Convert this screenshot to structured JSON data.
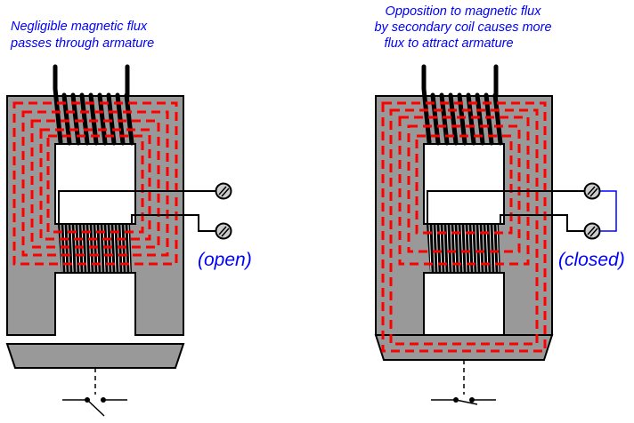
{
  "left": {
    "caption": [
      "Negligible magnetic flux",
      "passes through armature"
    ],
    "state_label": "(open)"
  },
  "right": {
    "caption": [
      "Opposition to magnetic flux",
      "by secondary coil causes more",
      "flux to attract armature"
    ],
    "state_label": "(closed)"
  },
  "colors": {
    "core": "#999999",
    "flux": "#ff0000",
    "text": "#0000ff",
    "wire": "#000000",
    "screw": "#cccccc"
  }
}
